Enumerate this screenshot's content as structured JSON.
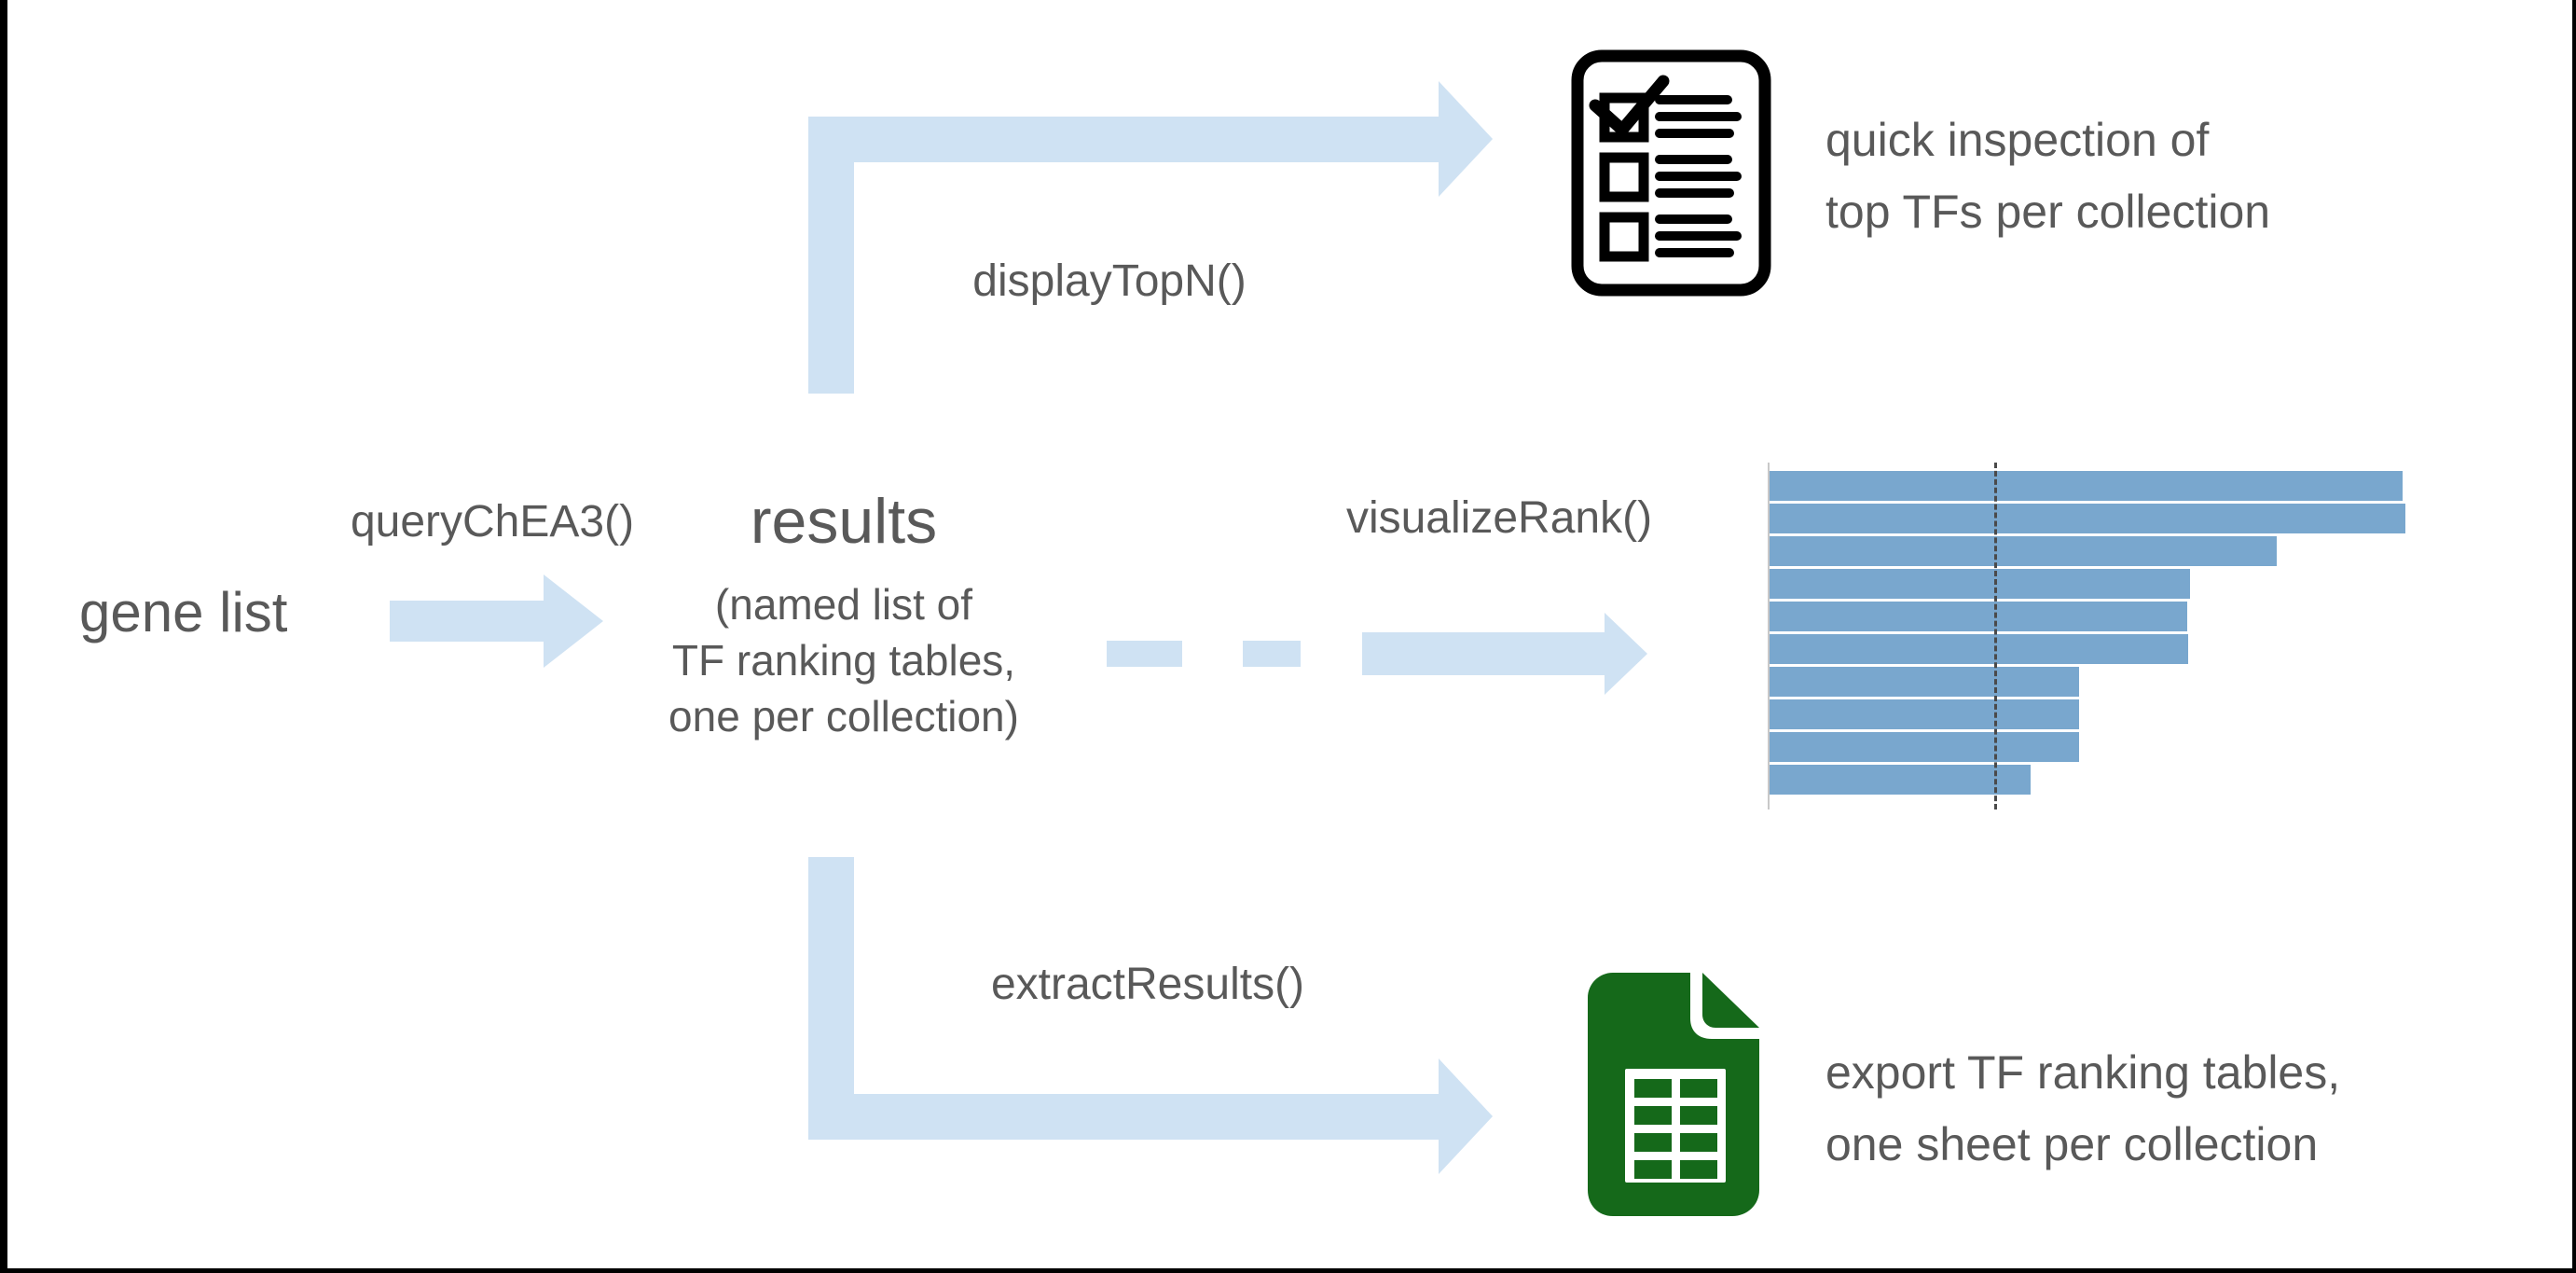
{
  "diagram": {
    "input_node": {
      "label": "gene list"
    },
    "results_node": {
      "title": "results",
      "sub_line1": "(named list of",
      "sub_line2": "TF ranking tables,",
      "sub_line3": "one per collection)"
    },
    "function_labels": {
      "query": "queryChEA3()",
      "display_top_n": "displayTopN()",
      "visualize_rank": "visualizeRank()",
      "extract_results": "extractResults()"
    },
    "outputs": {
      "inspection_caption_line1": "quick inspection of",
      "inspection_caption_line2": "top TFs per collection",
      "export_caption_line1": "export TF ranking tables,",
      "export_caption_line2": "one sheet per collection"
    },
    "icons": {
      "checklist": "checklist-document-icon",
      "spreadsheet": "green-spreadsheet-icon"
    }
  },
  "colors": {
    "arrow_light_blue": "#cfe2f3",
    "bar_blue": "#79a7ce",
    "text_gray": "#595959",
    "icon_black": "#000000",
    "sheet_green": "#15691a",
    "reference_line_gray": "#4a4a4a",
    "frame_black": "#000000"
  },
  "chart_data": {
    "type": "bar",
    "orientation": "horizontal",
    "title": "",
    "categories": [],
    "values": [
      99.6,
      100,
      79.8,
      66.1,
      65.7,
      65.8,
      48.7,
      48.7,
      48.7,
      41.1
    ],
    "value_units": "relative bar length, % of longest bar (no axis or tick labels shown)",
    "reference_line_pct": 35.3,
    "bar_color": "#79a7ce",
    "grid": false,
    "legend": false,
    "axis_line": "left, light gray",
    "reference_line_style": "vertical dashed dark gray"
  }
}
